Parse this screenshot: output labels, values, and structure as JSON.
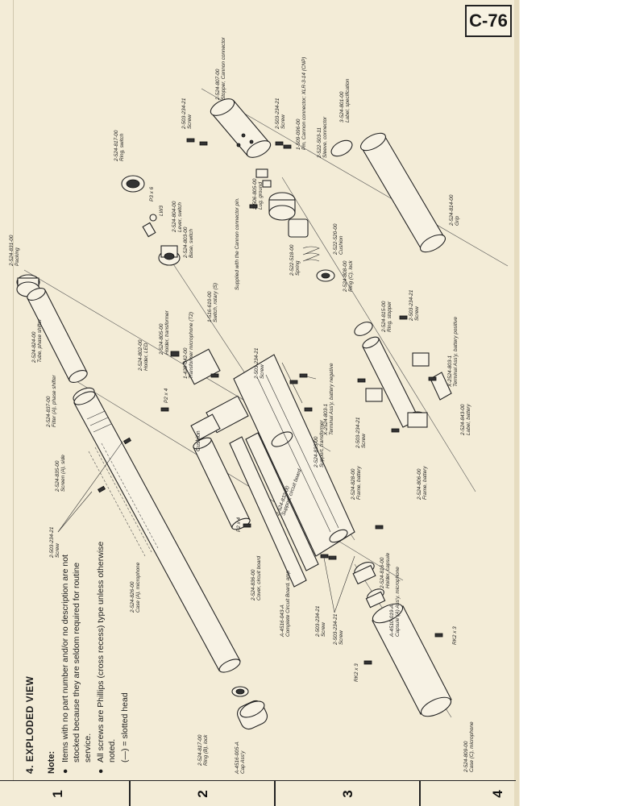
{
  "page": {
    "number": "C-76"
  },
  "section": {
    "title": "4. EXPLODED VIEW"
  },
  "note": {
    "label": "Note:",
    "items": [
      "Items with no part number and/or no description are not stocked because they are seldom required for routine service.",
      "All screws are Phillips (cross recess) type unless otherwise noted."
    ],
    "sub": "(—) = slotted head"
  },
  "zones": [
    "1",
    "2",
    "3",
    "4"
  ],
  "parts": {
    "packing": {
      "num": "2-524-831-00",
      "desc": "Packing"
    },
    "tube_phase": {
      "num": "2-524-824-00",
      "desc": "Tube, phase shifter"
    },
    "filter_a": {
      "num": "2-524-837-00",
      "desc": "Filter (A), phase shifter"
    },
    "screen_a": {
      "num": "2-524-835-00",
      "desc": "Screen (A), side"
    },
    "screw_left": {
      "num": "2-503-234-21",
      "desc": "Screw"
    },
    "case_a": {
      "num": "2-524-826-00",
      "desc": "Case (A), microphone"
    },
    "ring_b": {
      "num": "2-524-817-00",
      "desc": "Ring (B), lock"
    },
    "cap_assy": {
      "num": "A-4516-005-A",
      "desc": "Cap Ass'y"
    },
    "ring_switch": {
      "num": "2-524-817-00",
      "desc": "Ring, switch"
    },
    "p3x6": {
      "desc": "P3 x 6"
    },
    "lw3": {
      "desc": "LW3"
    },
    "lever_switch": {
      "num": "2-524-804-00",
      "desc": "Lever, switch"
    },
    "base_switch": {
      "num": "2-524-803-00",
      "desc": "Base, switch"
    },
    "switch_rotary": {
      "num": "1-516-610-00",
      "desc": "Switch, rotary (S)"
    },
    "holder_led": {
      "num": "2-524-802-00",
      "desc": "Holder, LED"
    },
    "holder_trans": {
      "num": "2-524-805-00",
      "desc": "Holder, transformer"
    },
    "transformer": {
      "num": "1-429-042-00",
      "desc": "Transformer microphone (T2)"
    },
    "screw_mid": {
      "num": "2-503-234-21",
      "desc": "Screw"
    },
    "p2x4_a": {
      "desc": "P2 x 4"
    },
    "cushion": {
      "desc": "Cushion"
    },
    "cover_cb": {
      "num": "2-524-836-00",
      "desc": "Cover, circuit board"
    },
    "p2x4_b": {
      "desc": "P2 x 4"
    },
    "support_cb": {
      "num": "2-524-832-00",
      "desc": "Support, circuit board"
    },
    "complete_cb": {
      "num": "A-4516-043-A",
      "desc": "Complete Circuit Board, amp"
    },
    "support_trans": {
      "num": "2-524-833-00",
      "desc": "Support, transformer"
    },
    "frame_batt": {
      "num": "2-524-828-00",
      "desc": "Frame, battery"
    },
    "screw_low": {
      "num": "2-503-234-21",
      "desc": "Screw"
    },
    "screw_top_a": {
      "num": "2-503-234-21",
      "desc": "Screw"
    },
    "stopper_cannon": {
      "num": "2-524-807-00",
      "desc": "Stopper, Cannon connector"
    },
    "screw_top_b": {
      "num": "2-503-234-21",
      "desc": "Screw"
    },
    "pin_cannon": {
      "num": "1-509-096-00",
      "desc": "Pin, Cannon connector; XLR-3-14 (CNP)"
    },
    "sleeve_conn": {
      "num": "2-522-503-11",
      "desc": "Sleeve, connector"
    },
    "label_spec": {
      "num": "3-524-801-00",
      "desc": "Label, specification"
    },
    "grip": {
      "num": "2-524-814-00",
      "desc": "Grip"
    },
    "lug_ground": {
      "num": "2-506-805-00",
      "desc": "Lug, ground"
    },
    "supplied_note": {
      "desc": "Supplied with the Cannon connector pin."
    },
    "cushion_r": {
      "num": "2-522-520-00",
      "desc": "Cushion"
    },
    "spring": {
      "num": "2-522-518-00",
      "desc": "Spring"
    },
    "ring_c": {
      "num": "2-524-808-00",
      "desc": "Ring (C), lock"
    },
    "ring_stopper": {
      "num": "2-524-815-00",
      "desc": "Ring, stopper"
    },
    "screw_batt": {
      "num": "2-503-234-21",
      "desc": "Screw"
    },
    "term_pos": {
      "num": "X-2524-803-1",
      "desc": "Terminal Ass'y, battery positive"
    },
    "term_neg": {
      "num": "X-2524-803-1",
      "desc": "Terminal Ass'y, battery negative"
    },
    "label_batt": {
      "num": "2-524-843-00",
      "desc": "Label, battery"
    },
    "screw_batt2": {
      "num": "2-503-234-21",
      "desc": "Screw"
    },
    "frame_batt2": {
      "num": "2-524-806-00",
      "desc": "Frame, battery"
    },
    "holder_capsule": {
      "num": "2-524-816-00",
      "desc": "Holder, capsule"
    },
    "capsule_assy": {
      "num": "A-4510-019-A",
      "desc": "Capsule (A) Ass'y, microphone"
    },
    "screw_bottom": {
      "num": "2-503-234-21",
      "desc": "Screw"
    },
    "rk2x3_a": {
      "desc": "RK2 x 3"
    },
    "rk2x3_b": {
      "desc": "RK2 x 3"
    },
    "case_c": {
      "num": "2-524-809-00",
      "desc": "Case (C), microphone"
    }
  }
}
